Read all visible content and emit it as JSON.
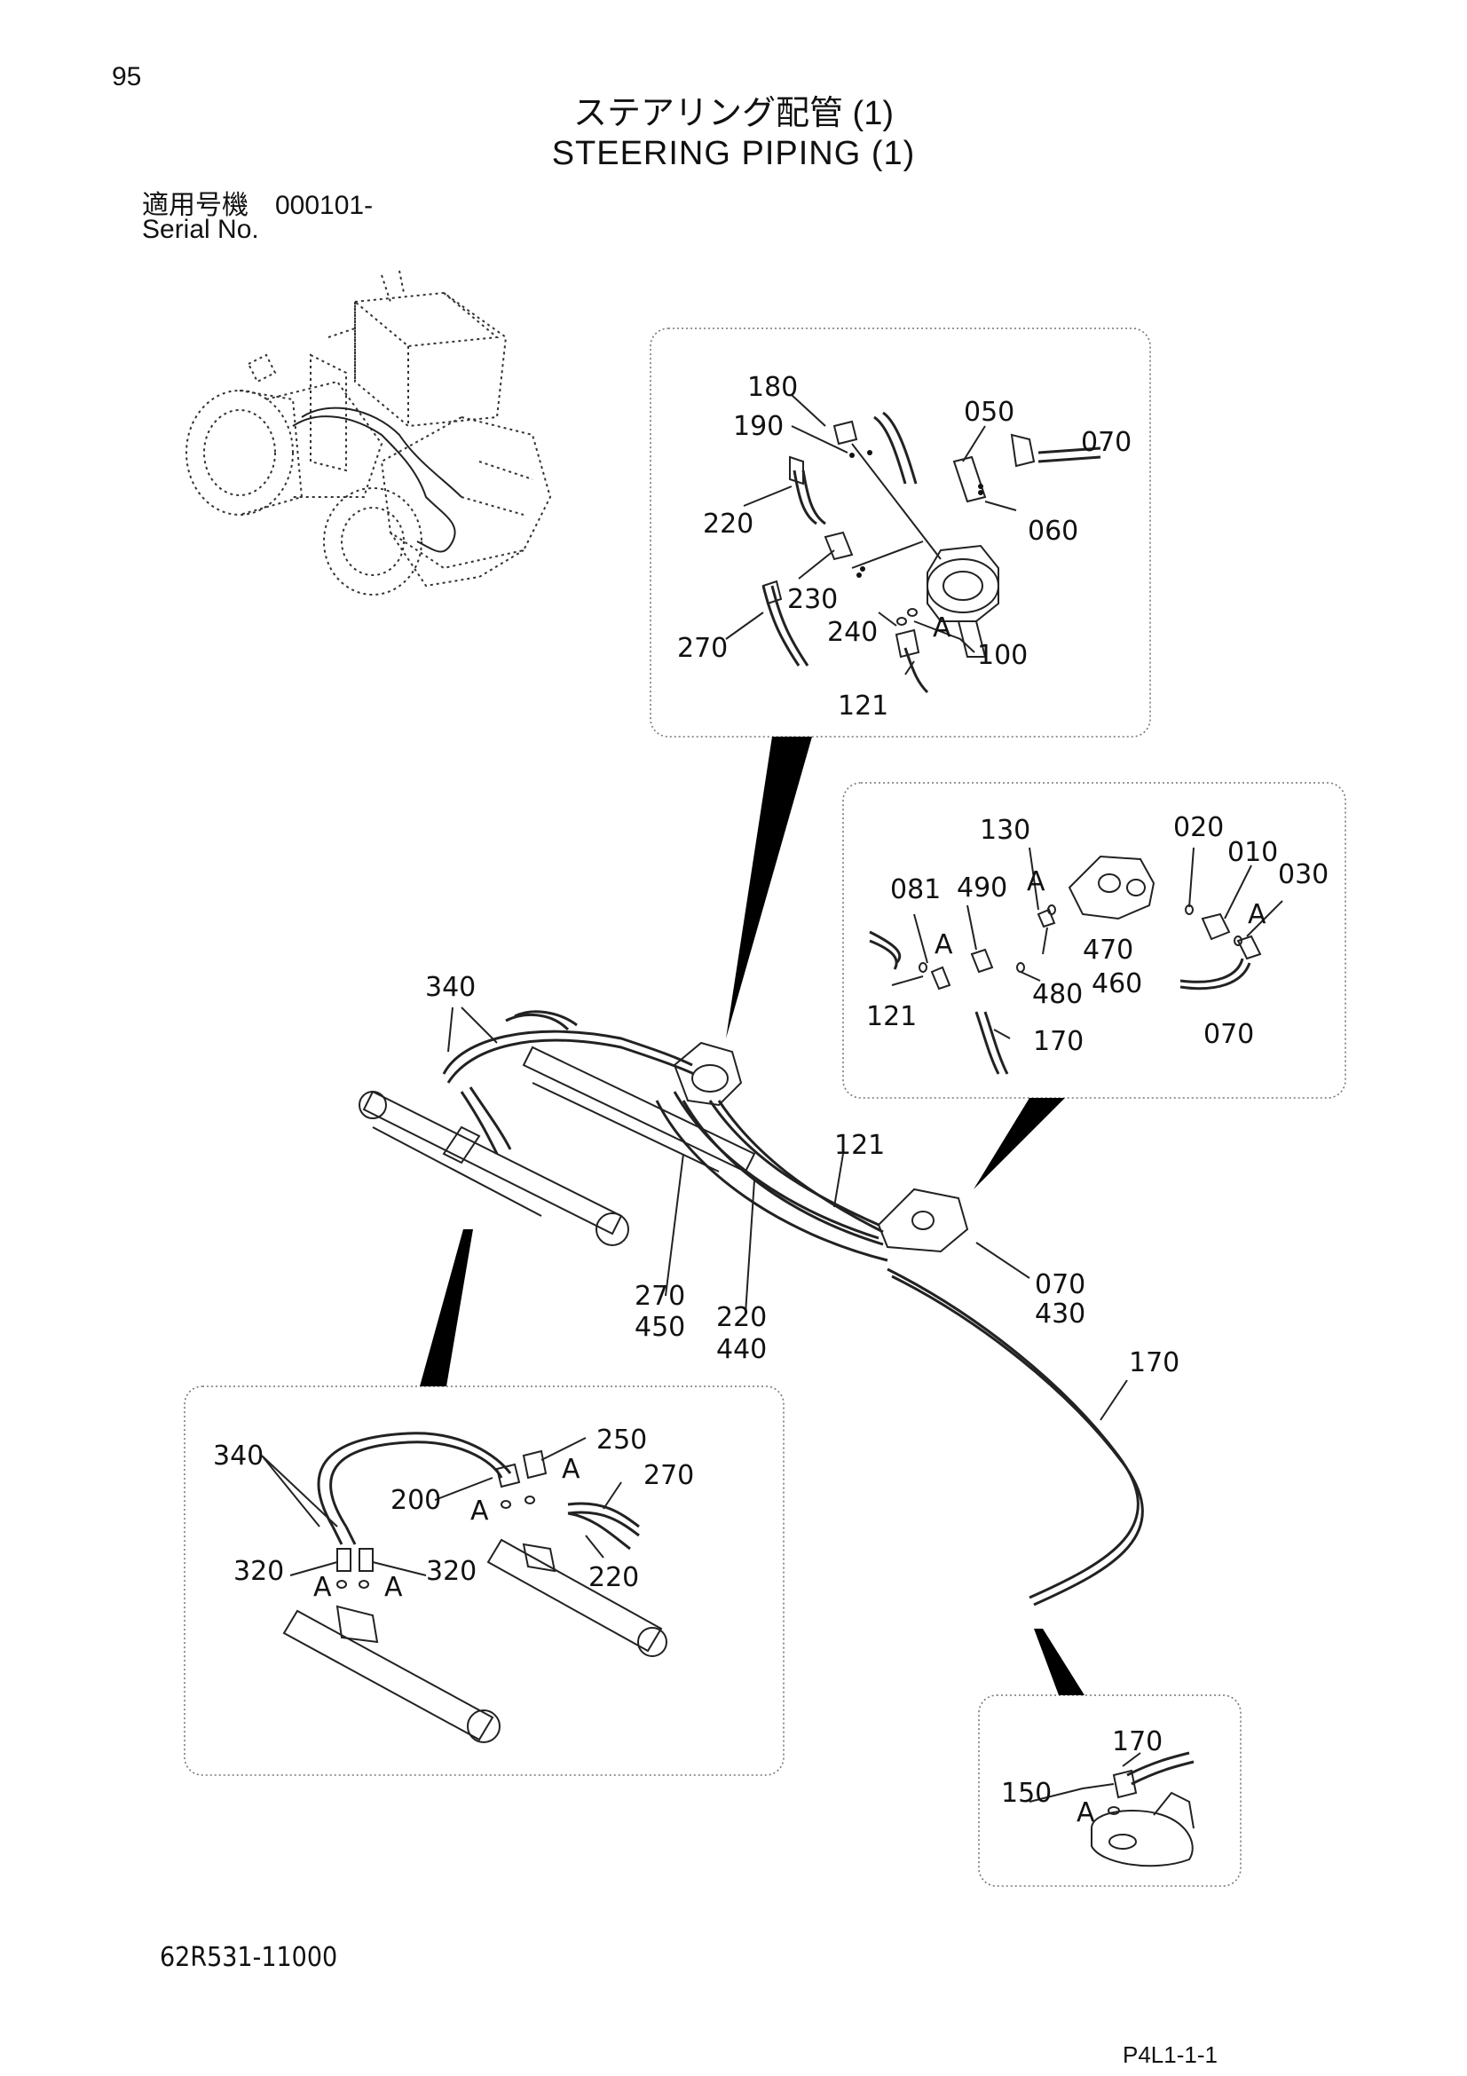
{
  "header": {
    "page_number": "95",
    "title_jp": "ステアリング配管 (1)",
    "title_en": "STEERING PIPING (1)",
    "serial_label_jp": "適用号機　000101-",
    "serial_label_en": "Serial No."
  },
  "footer": {
    "doc_code": "62R531-11000",
    "page_code": "P4L1-1-1"
  },
  "callouts": {
    "top_box": {
      "p180": "180",
      "p190": "190",
      "p050": "050",
      "p070": "070",
      "p220": "220",
      "p060": "060",
      "p230": "230",
      "p270": "270",
      "p240": "240",
      "pA": "A",
      "p100": "100",
      "p121": "121"
    },
    "right_box": {
      "p130": "130",
      "p020": "020",
      "p010": "010",
      "p030": "030",
      "p081": "081",
      "p490": "490",
      "pA1": "A",
      "pA2": "A",
      "pA3": "A",
      "p470": "470",
      "p121": "121",
      "p480": "480",
      "p460": "460",
      "p170": "170",
      "p070": "070"
    },
    "main": {
      "p340": "340",
      "p121": "121",
      "p270": "270",
      "p450": "450",
      "p220": "220",
      "p440": "440",
      "p070": "070",
      "p430": "430",
      "p170": "170"
    },
    "left_box": {
      "p340": "340",
      "p250": "250",
      "p270": "270",
      "p200": "200",
      "pA1": "A",
      "pA2": "A",
      "p320a": "320",
      "pA3": "A",
      "pA4": "A",
      "p320b": "320",
      "p220": "220"
    },
    "bottom_box": {
      "p170": "170",
      "p150": "150",
      "pA": "A"
    }
  }
}
